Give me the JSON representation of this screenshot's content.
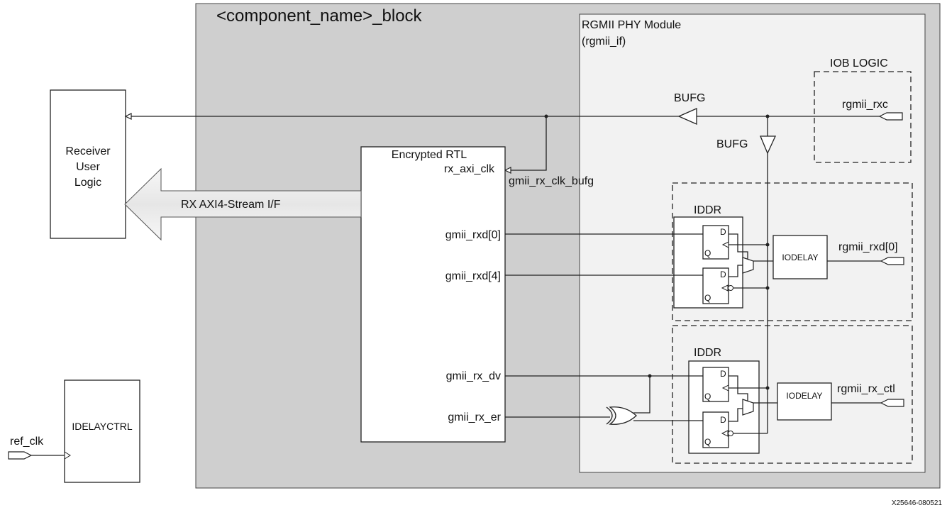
{
  "outer_block": {
    "title": "<component_name>_block"
  },
  "phy_module": {
    "title_line1": "RGMII PHY Module",
    "title_line2": "(rgmii_if)"
  },
  "iob_logic": {
    "title": "IOB LOGIC",
    "pin": "rgmii_rxc"
  },
  "bufg_labels": {
    "horizontal": "BUFG",
    "vertical": "BUFG"
  },
  "receiver": {
    "line1": "Receiver",
    "line2": "User",
    "line3": "Logic"
  },
  "axi_stream": {
    "label": "RX AXI4-Stream I/F"
  },
  "rtl": {
    "title": "Encrypted RTL",
    "clk_port": "rx_axi_clk",
    "rxd0": "gmii_rxd[0]",
    "rxd4": "gmii_rxd[4]",
    "rx_dv": "gmii_rx_dv",
    "rx_er": "gmii_rx_er"
  },
  "clk_net": "gmii_rx_clk_bufg",
  "iddr_top": {
    "title": "IDDR",
    "d1": "D",
    "q1": "Q",
    "d2": "D",
    "q2": "Q",
    "iodelay": "IODELAY",
    "pin": "rgmii_rxd[0]"
  },
  "iddr_bottom": {
    "title": "IDDR",
    "d1": "D",
    "q1": "Q",
    "d2": "D",
    "q2": "Q",
    "iodelay": "IODELAY",
    "pin": "rgmii_rx_ctl"
  },
  "idelayctrl": {
    "label": "IDELAYCTRL",
    "input": "ref_clk"
  },
  "figure_id": "X25646-080521",
  "colors": {
    "outer_fill": "#cfcfcf",
    "phy_fill": "#f2f2f2",
    "arrow_fill": "#eeeeee",
    "stroke": "#222222"
  }
}
